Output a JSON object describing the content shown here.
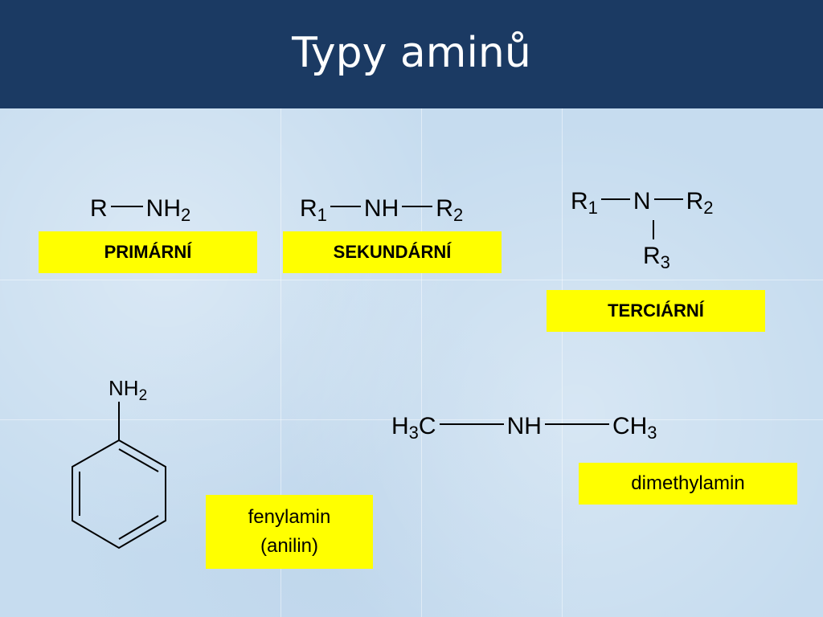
{
  "slide": {
    "title": "Typy aminů"
  },
  "formulas": {
    "primary": {
      "r": "R",
      "nh": "NH",
      "nh_sub": "2"
    },
    "secondary": {
      "r1": "R",
      "r1_sub": "1",
      "nh": "NH",
      "r2": "R",
      "r2_sub": "2"
    },
    "tertiary": {
      "r1": "R",
      "r1_sub": "1",
      "n": "N",
      "r2": "R",
      "r2_sub": "2",
      "r3": "R",
      "r3_sub": "3"
    },
    "aniline": {
      "nh": "NH",
      "nh_sub": "2"
    },
    "dimethylamine": {
      "left_h": "H",
      "left_h_sub": "3",
      "left_c": "C",
      "nh": "NH",
      "right_ch": "CH",
      "right_sub": "3"
    }
  },
  "labels": {
    "primary": "PRIMÁRNÍ",
    "secondary": "SEKUNDÁRNÍ",
    "tertiary": "TERCIÁRNÍ",
    "aniline_line1": "fenylamin",
    "aniline_line2": "(anilin)",
    "dimethylamine": "dimethylamin"
  },
  "colors": {
    "header": "#1b3a63",
    "label_bg": "#ffff00",
    "background": "#c6dcef"
  }
}
